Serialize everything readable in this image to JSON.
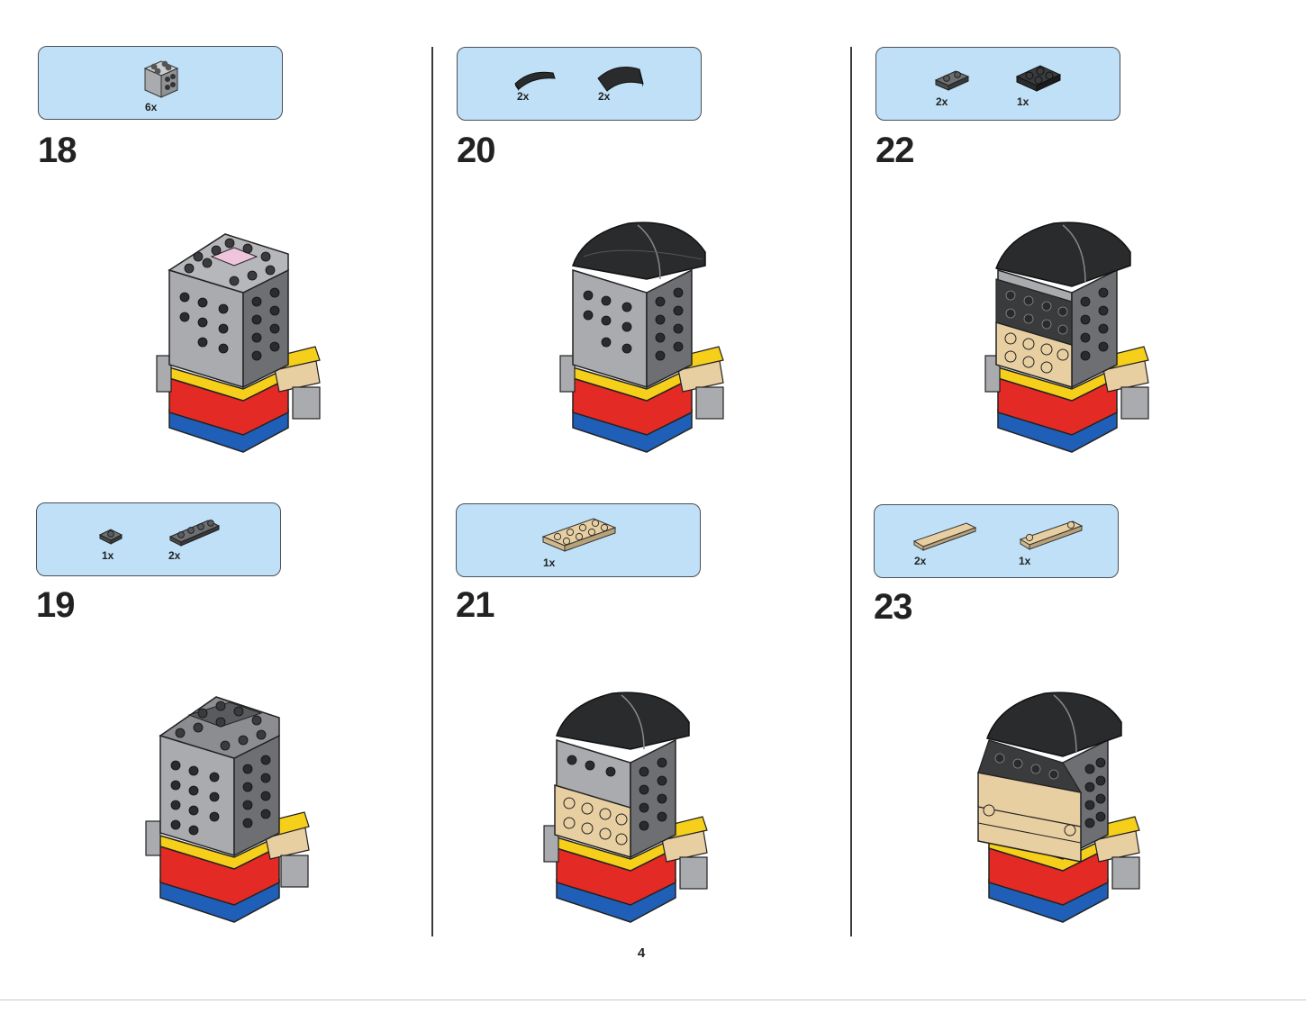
{
  "page_number": "4",
  "steps": [
    {
      "number": "18",
      "parts": [
        {
          "qty": "6x",
          "icon": "light-gray-2x2-brick-icon"
        }
      ]
    },
    {
      "number": "19",
      "parts": [
        {
          "qty": "1x",
          "icon": "dark-gray-1x1-plate-icon"
        },
        {
          "qty": "2x",
          "icon": "dark-gray-1x4-plate-icon"
        }
      ]
    },
    {
      "number": "20",
      "parts": [
        {
          "qty": "2x",
          "icon": "black-curved-slope-icon"
        },
        {
          "qty": "2x",
          "icon": "black-wide-curved-slope-icon"
        }
      ]
    },
    {
      "number": "21",
      "parts": [
        {
          "qty": "1x",
          "icon": "tan-2x4-plate-icon"
        }
      ]
    },
    {
      "number": "22",
      "parts": [
        {
          "qty": "2x",
          "icon": "dark-gray-1x2-plate-icon"
        },
        {
          "qty": "1x",
          "icon": "black-2x2-plate-icon"
        }
      ]
    },
    {
      "number": "23",
      "parts": [
        {
          "qty": "2x",
          "icon": "tan-1x4-tile-icon"
        },
        {
          "qty": "1x",
          "icon": "tan-1x4-jumper-plate-icon"
        }
      ]
    }
  ],
  "colors": {
    "callout_bg": "#bfe0f6",
    "light_gray": "#a9abae",
    "dark_gray": "#595b5e",
    "black": "#2a2b2d",
    "red": "#e32a24",
    "yellow": "#f6cf1b",
    "blue": "#1f5fb8",
    "tan": "#e7cfa2",
    "pink": "#efc4dd"
  }
}
